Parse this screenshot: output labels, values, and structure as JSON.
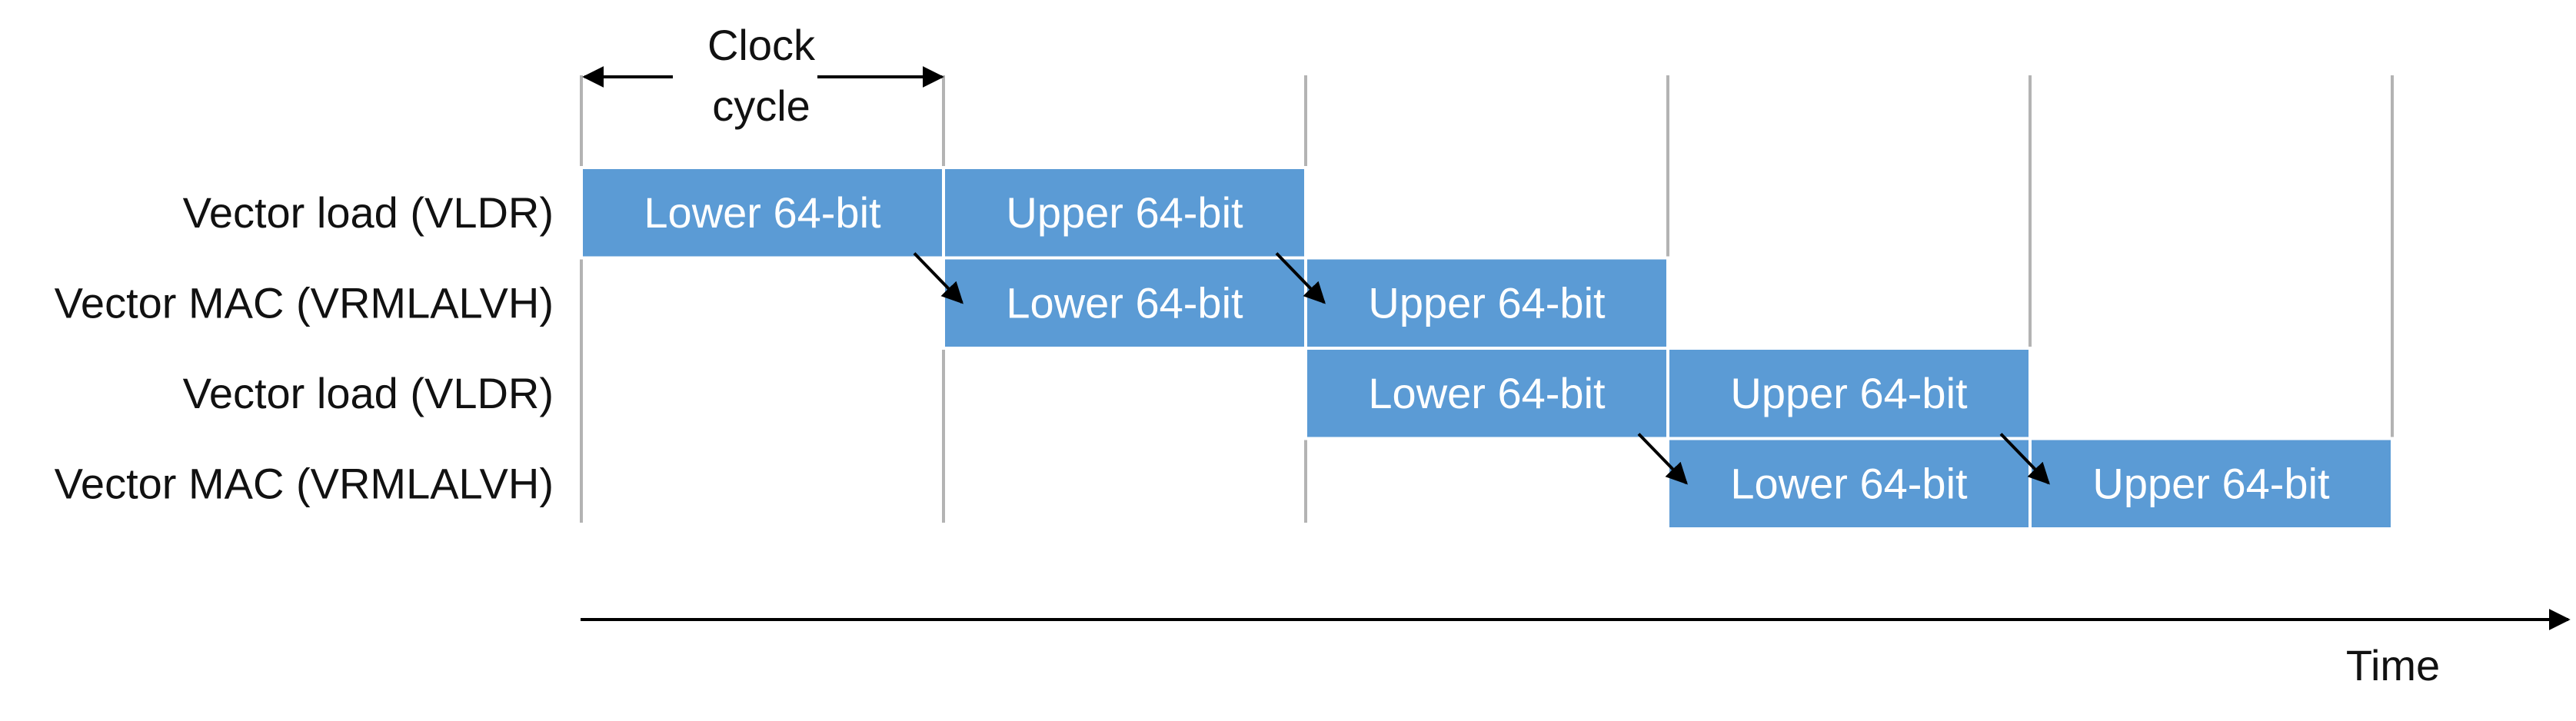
{
  "colors": {
    "block": "#5b9bd5",
    "block_text": "#ffffff",
    "line": "#b3b3b3",
    "text": "#111111"
  },
  "clock_label": {
    "line1": "Clock",
    "line2": "cycle"
  },
  "time_label": "Time",
  "rows": [
    {
      "label": "Vector load (VLDR)",
      "blocks": [
        {
          "cycle": 0,
          "text": "Lower 64-bit"
        },
        {
          "cycle": 1,
          "text": "Upper 64-bit"
        }
      ]
    },
    {
      "label": "Vector MAC (VRMLALVH)",
      "blocks": [
        {
          "cycle": 1,
          "text": "Lower 64-bit"
        },
        {
          "cycle": 2,
          "text": "Upper 64-bit"
        }
      ]
    },
    {
      "label": "Vector load (VLDR)",
      "blocks": [
        {
          "cycle": 2,
          "text": "Lower 64-bit"
        },
        {
          "cycle": 3,
          "text": "Upper 64-bit"
        }
      ]
    },
    {
      "label": "Vector MAC (VRMLALVH)",
      "blocks": [
        {
          "cycle": 3,
          "text": "Lower 64-bit"
        },
        {
          "cycle": 4,
          "text": "Upper 64-bit"
        }
      ]
    }
  ],
  "dependencies": [
    {
      "from_row": 0,
      "to_row": 1,
      "cycle_boundary": 1
    },
    {
      "from_row": 0,
      "to_row": 1,
      "cycle_boundary": 2
    },
    {
      "from_row": 2,
      "to_row": 3,
      "cycle_boundary": 3
    },
    {
      "from_row": 2,
      "to_row": 3,
      "cycle_boundary": 4
    }
  ]
}
